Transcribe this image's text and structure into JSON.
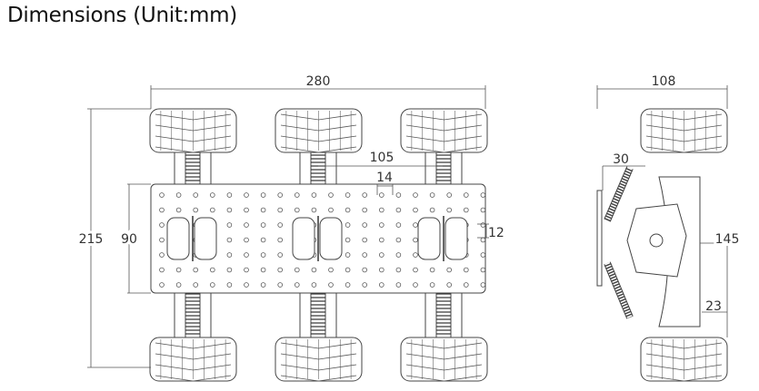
{
  "title": "Dimensions (Unit:mm)",
  "top_view": {
    "overall_length": "280",
    "overall_width": "215",
    "plate_width": "90",
    "wheel_spacing": "105",
    "hole_pitch": "14",
    "hole_pitch_vertical": "12"
  },
  "side_view": {
    "overall_width": "108",
    "height": "145",
    "shock_offset": "30",
    "bracket_offset": "23"
  },
  "colors": {
    "line": "#444444",
    "text": "#333333"
  }
}
